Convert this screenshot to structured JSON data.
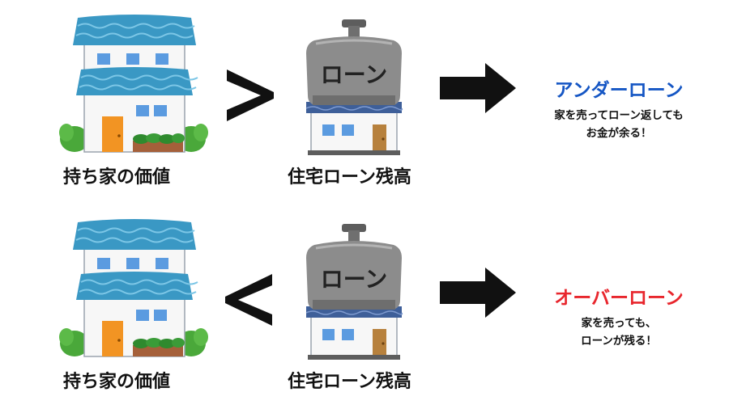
{
  "rows": [
    {
      "house_label": "持ち家の価値",
      "loan_label": "住宅ローン残高",
      "loan_sign": "ローン",
      "comparison": ">",
      "result_title": "アンダーローン",
      "result_lines": [
        "家を売ってローン返しても",
        "お金が余る！"
      ],
      "result_color": "#1556c4"
    },
    {
      "house_label": "持ち家の価値",
      "loan_label": "住宅ローン残高",
      "loan_sign": "ローン",
      "comparison": "<",
      "result_title": "オーバーローン",
      "result_lines": [
        "家を売っても、",
        "ローンが残る！"
      ],
      "result_color": "#e8262d"
    }
  ],
  "colors": {
    "roof": "#3a98c4",
    "roof_dark": "#2f7ea6",
    "window": "#5b9be0",
    "door_house": "#f29423",
    "door_loan": "#b7813d",
    "bush": "#4aa83a",
    "weight": "#8c8c8c",
    "weight_dark": "#5d5d5d"
  }
}
